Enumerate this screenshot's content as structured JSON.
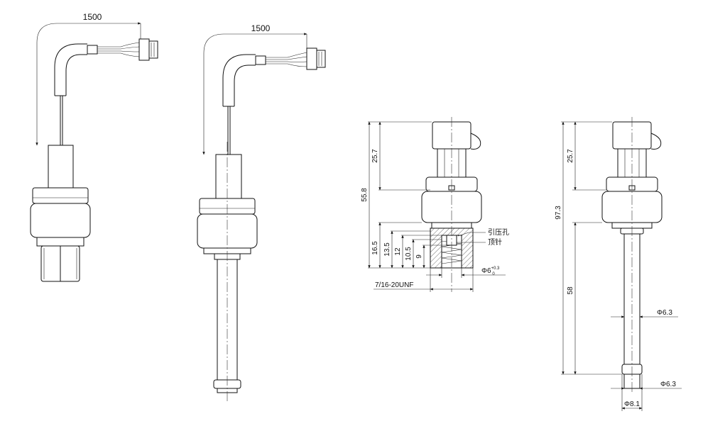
{
  "drawings": {
    "view1": {
      "cable_length": "1500"
    },
    "view2": {
      "cable_length": "1500"
    },
    "section_view": {
      "dimensions": {
        "connector_height": "25.7",
        "body_height": "55.8",
        "thread_height": "16.5",
        "port_depth_a": "13.5",
        "port_depth_b": "12",
        "port_depth_c": "10.5",
        "pin_depth": "9",
        "thread_spec": "7/16-20UNF",
        "port_diameter": "Φ6",
        "port_tolerance_upper": "+0.3",
        "port_tolerance_lower": "0"
      },
      "callouts": {
        "pressure_hole": "引压孔",
        "thimble": "顶针"
      }
    },
    "tube_view": {
      "dimensions": {
        "connector_height": "25.7",
        "overall_height": "97.3",
        "tube_length": "58",
        "tube_diameter": "Φ6.3",
        "tip_diameter": "Φ6.3",
        "flare_diameter": "Φ8.1"
      }
    }
  }
}
